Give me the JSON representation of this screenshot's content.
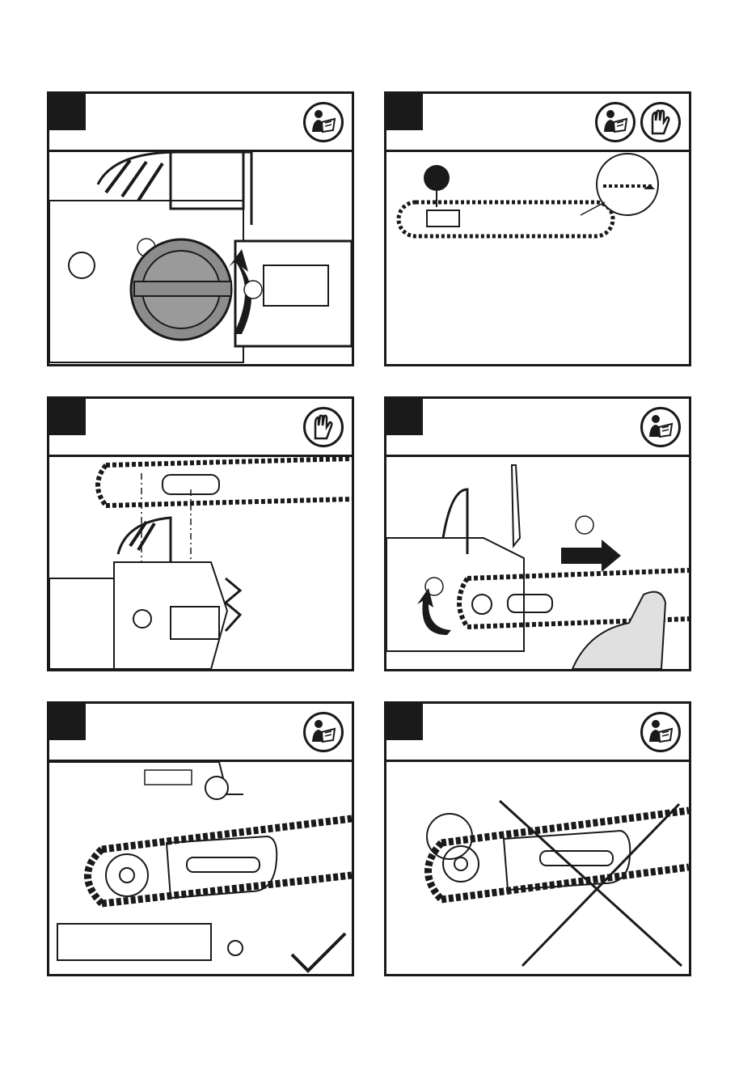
{
  "page": {
    "background": "#ffffff",
    "ink": "#1a1a1a",
    "fill_gray": "#8c8c8c"
  },
  "panels": [
    {
      "id": 1,
      "icons": [
        "manual-icon"
      ],
      "illustration": "chain-cover-knob-rotation"
    },
    {
      "id": 2,
      "icons": [
        "manual-icon",
        "gloves-icon"
      ],
      "illustration": "chain-direction-and-bar-install"
    },
    {
      "id": 3,
      "icons": [
        "gloves-icon"
      ],
      "illustration": "chain-onto-sprocket-alignment"
    },
    {
      "id": 4,
      "icons": [
        "manual-icon"
      ],
      "illustration": "tension-bar-forward"
    },
    {
      "id": 5,
      "icons": [
        "manual-icon"
      ],
      "illustration": "correct-chain-seated",
      "mark": "check-mark"
    },
    {
      "id": 6,
      "icons": [
        "manual-icon"
      ],
      "illustration": "incorrect-chain-seated",
      "mark": "cross-mark"
    }
  ]
}
